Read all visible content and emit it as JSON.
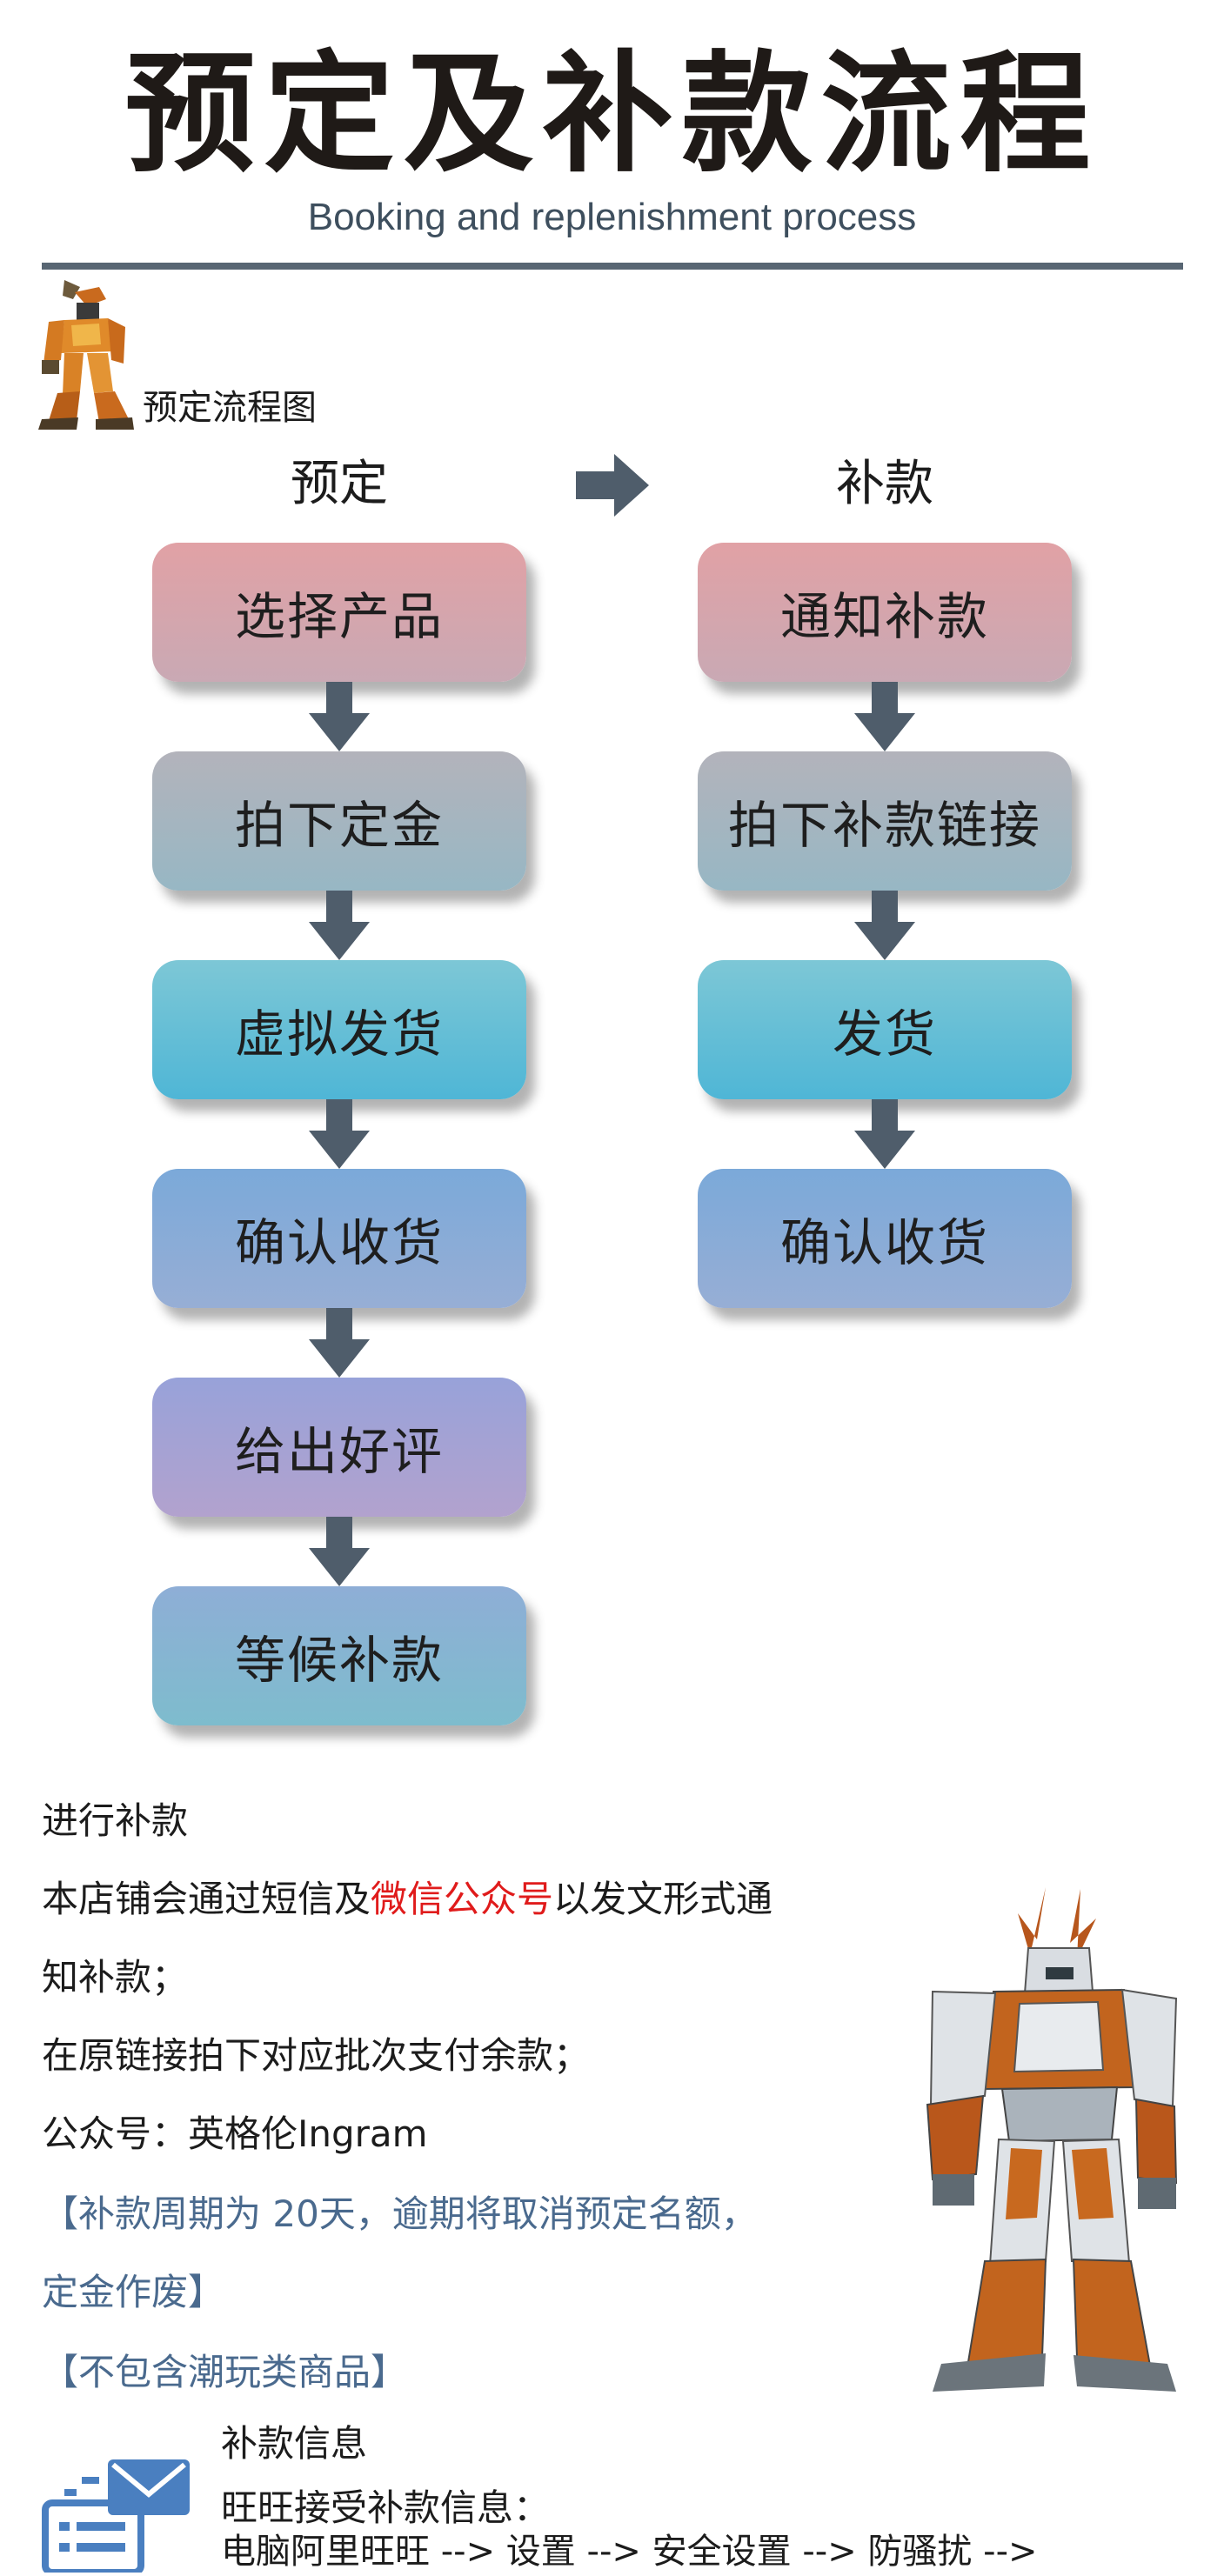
{
  "header": {
    "title": "预定及补款流程",
    "subtitle": "Booking and replenishment process"
  },
  "flow": {
    "section_label": "预定流程图",
    "left_heading": "预定",
    "right_heading": "补款",
    "left_steps": [
      "选择产品",
      "拍下定金",
      "虚拟发货",
      "确认收货",
      "给出好评",
      "等候补款"
    ],
    "right_steps": [
      "通知补款",
      "拍下补款链接",
      "发货",
      "确认收货"
    ]
  },
  "payment": {
    "heading": "进行补款",
    "line1_a": "本店铺会通过短信及",
    "line1_highlight": "微信公众号",
    "line1_b": "以发文形式通",
    "line2": "知补款；",
    "line3": "在原链接拍下对应批次支付余款；",
    "line4": "公众号：英格伦Ingram",
    "note1_a": "【补款周期为 20天，逾期将取消预定名额，",
    "note1_b": "定金作废】",
    "note2": "【不包含潮玩类商品】"
  },
  "info": {
    "heading": "补款信息",
    "line1": "旺旺接受补款信息：",
    "line2": "电脑阿里旺旺 --> 设置 --> 安全设置 --> 防骚扰 --> "
  },
  "colors": {
    "title": "#1f1a17",
    "subtitle": "#3e4f5e",
    "divider": "#586673",
    "arrow": "#4f5d6b",
    "highlight": "#e01b1b",
    "note": "#4a6a8e"
  }
}
